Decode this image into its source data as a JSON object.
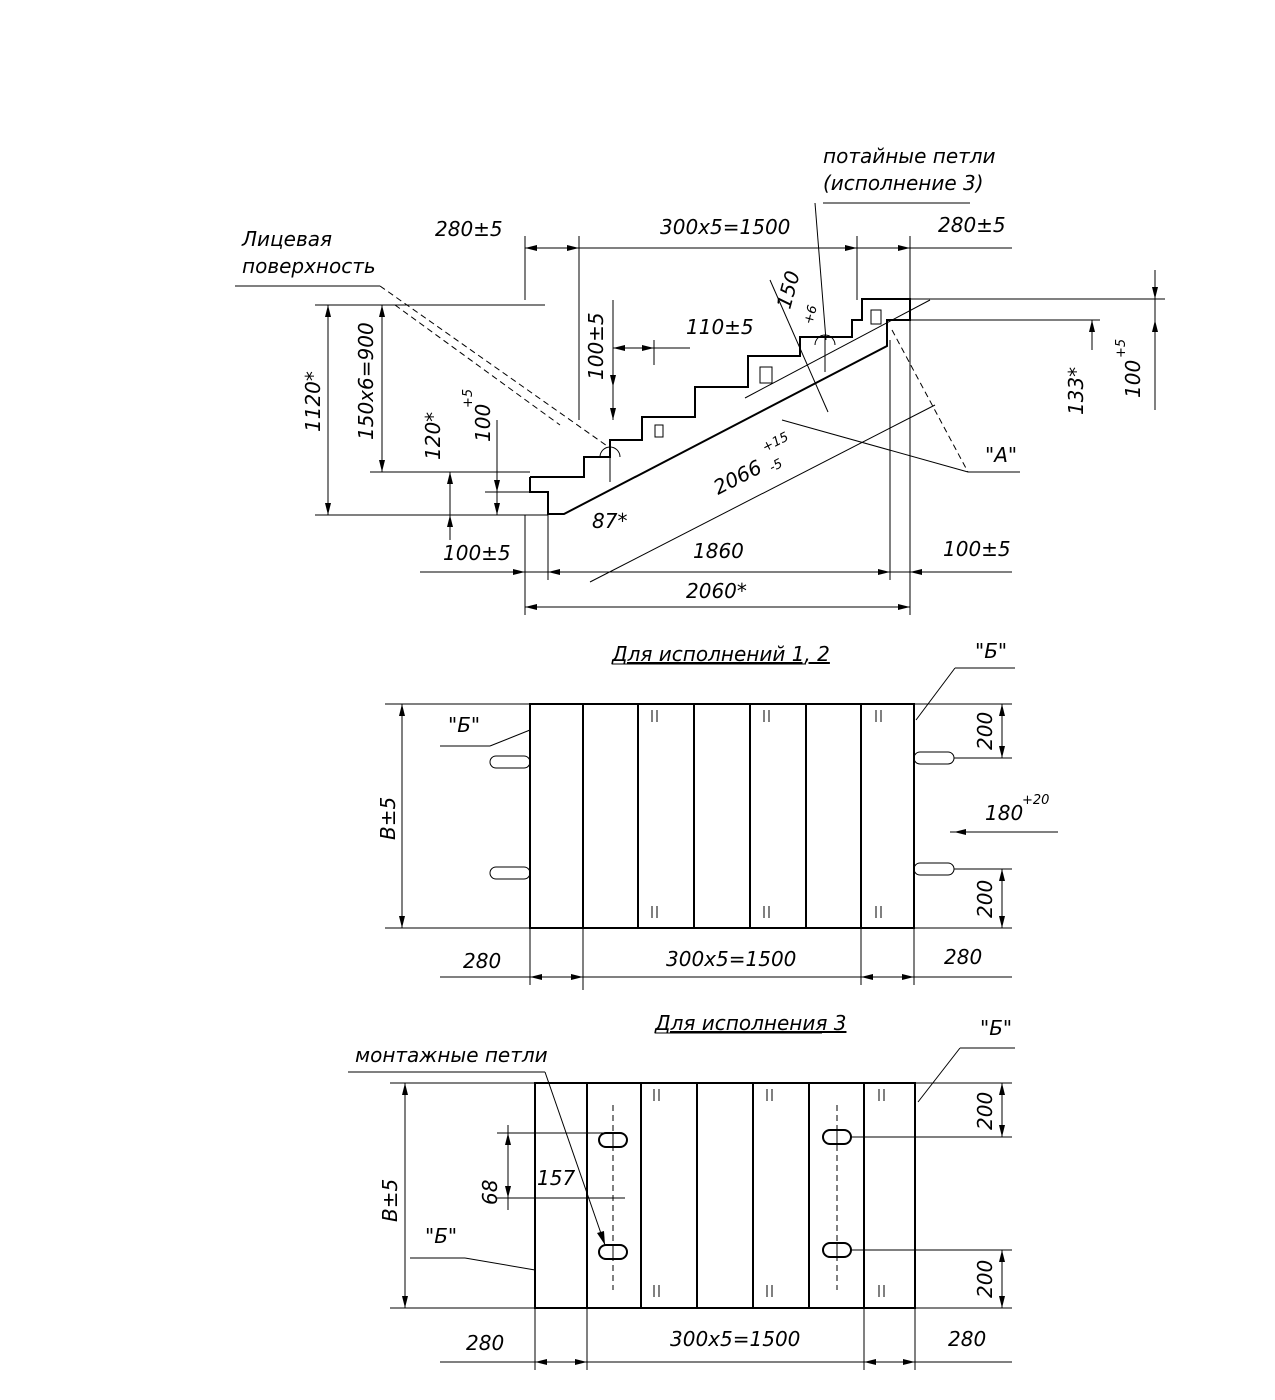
{
  "labels": {
    "face_surface_1": "Лицевая",
    "face_surface_2": "поверхность",
    "hidden_loops_1": "потайные петли",
    "hidden_loops_2": "(исполнение 3)",
    "mount_loops": "монтажные петли",
    "heading_v12": "Для исполнений 1, 2",
    "heading_v3": "Для исполнения 3",
    "view_a": "\"А\"",
    "view_b": "\"Б\""
  },
  "dims": {
    "d280_5": "280±5",
    "d300x5": "300х5=1500",
    "d110_5": "110±5",
    "d100": "100",
    "d_plus5": "+5",
    "d100_5": "100±5",
    "d150": "150",
    "d_plus6": "+6",
    "d1120": "1120*",
    "d150x6": "150х6=900",
    "d120": "120*",
    "d133": "133*",
    "d2066": "2066",
    "d_plus15": "+15",
    "d_minus5": "-5",
    "d87": "87*",
    "d1860": "1860",
    "d2060": "2060*",
    "dB5": "В±5",
    "d200": "200",
    "d180": "180",
    "d_plus20": "+20",
    "d280": "280",
    "d68": "68",
    "d157": "157"
  }
}
